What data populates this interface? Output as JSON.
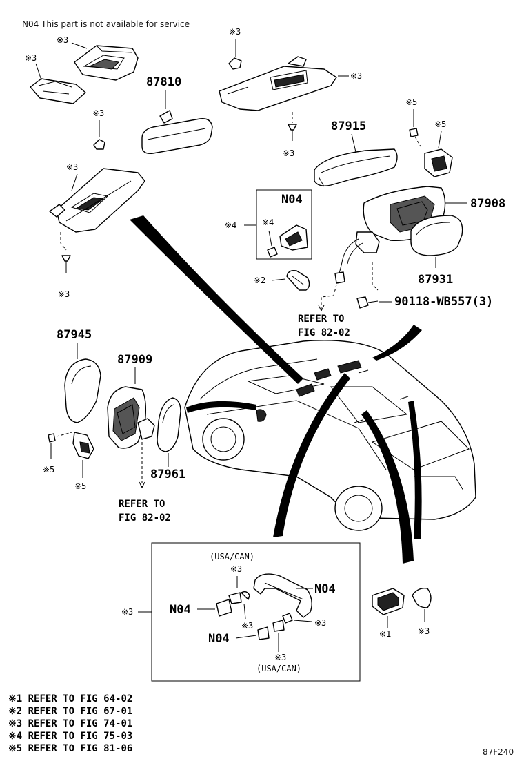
{
  "header_note": "N04 This part is not available for service",
  "figure_code": "87F240",
  "part_numbers": {
    "p87810": "87810",
    "p87915": "87915",
    "p87908": "87908",
    "p87931": "87931",
    "p87945": "87945",
    "p87909": "87909",
    "p87961": "87961",
    "bolt": "90118-WB557(3)"
  },
  "codes": {
    "n04": "N04",
    "m1": "※1",
    "m2": "※2",
    "m3": "※3",
    "m4": "※4",
    "m5": "※5"
  },
  "refer": {
    "line1": "REFER TO",
    "line2": "FIG 82-02"
  },
  "usa_can": "(USA/CAN)",
  "legend": [
    "※1 REFER TO FIG 64-02",
    "※2 REFER TO FIG 67-01",
    "※3 REFER TO FIG 74-01",
    "※4 REFER TO FIG 75-03",
    "※5 REFER TO FIG 81-06"
  ]
}
